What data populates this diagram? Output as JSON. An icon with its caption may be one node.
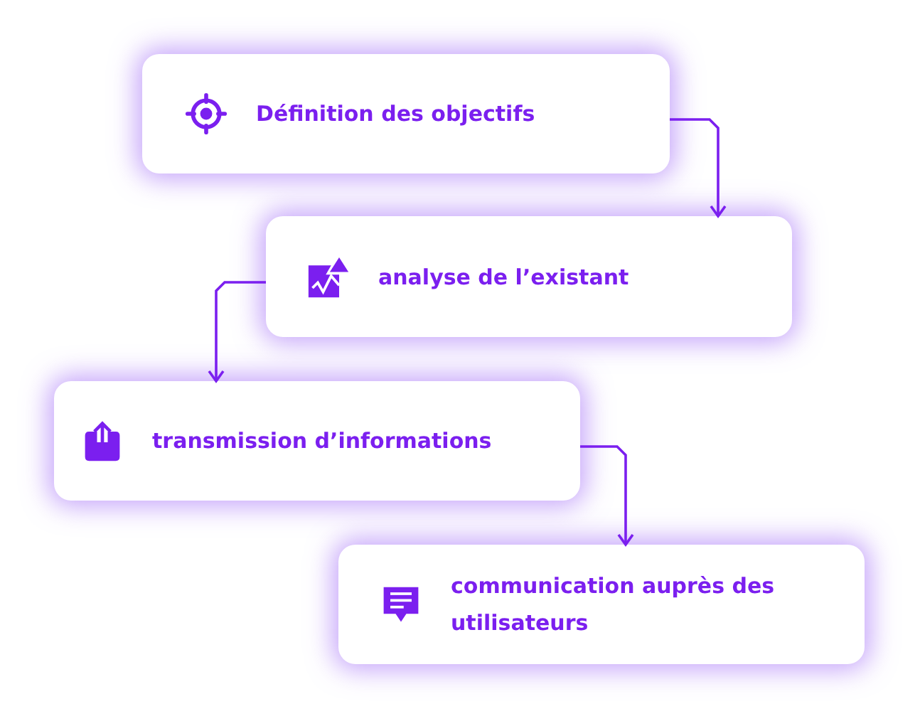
{
  "diagram": {
    "nodes": [
      {
        "text": [
          "Définition des objectifs"
        ]
      },
      {
        "text": [
          "analyse de l’existant"
        ]
      },
      {
        "text": [
          "transmission d’informations"
        ]
      },
      {
        "text": [
          "communication auprès des utilisateurs"
        ]
      }
    ],
    "edges": [
      {
        "from": 0,
        "to": 1,
        "arrow": "to"
      },
      {
        "from": 1,
        "to": 2,
        "arrow": "to"
      },
      {
        "from": 2,
        "to": 3,
        "arrow": "to"
      }
    ]
  }
}
